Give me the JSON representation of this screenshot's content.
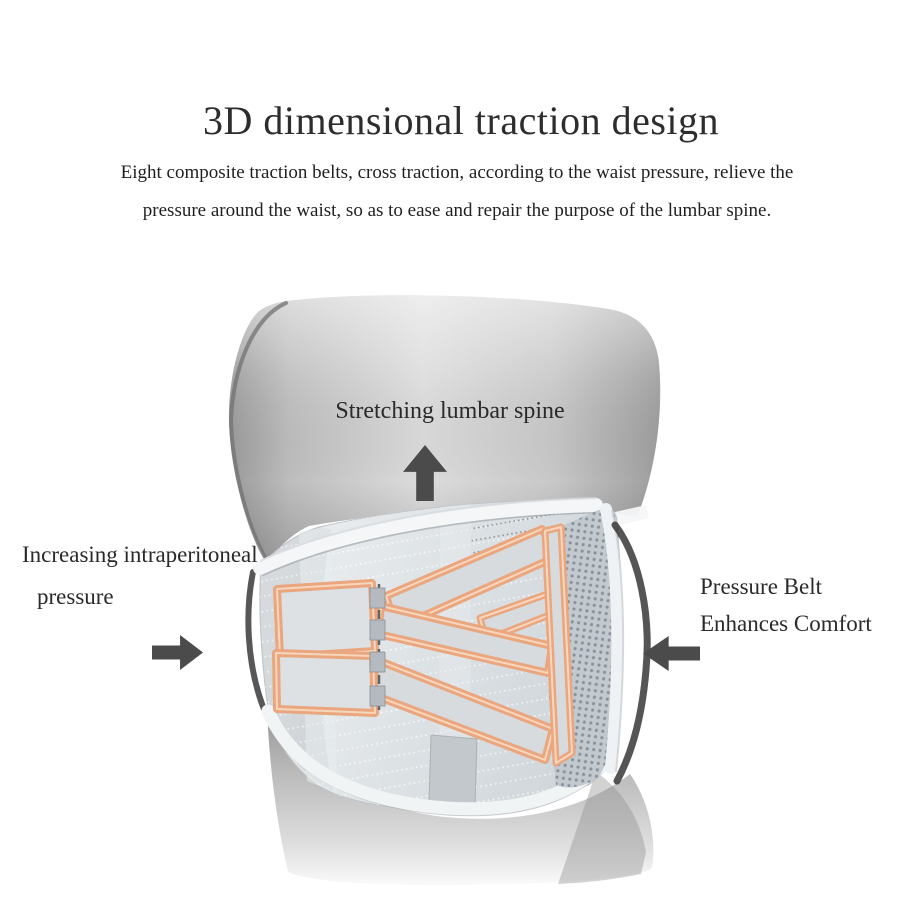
{
  "header": {
    "title": "3D dimensional traction design",
    "description_line1": "Eight composite traction belts, cross traction, according to the waist pressure, relieve the",
    "description_line2": "pressure around the waist, so as to ease and repair the purpose of the lumbar spine."
  },
  "annotations": {
    "top": {
      "label": "Stretching lumbar spine",
      "icon": "arrow-up-icon"
    },
    "left": {
      "label_line1": "Increasing intraperitoneal",
      "label_line2": "pressure",
      "icon": "arrow-right-icon"
    },
    "right": {
      "label_line1": "Pressure Belt",
      "label_line2": "Enhances Comfort",
      "icon": "arrow-left-icon"
    }
  },
  "product": {
    "illustration": "lumbar-traction-support-belt-on-torso",
    "colors": {
      "strap_trim_orange": "#e9a67f",
      "strap_trim_highlight": "#f8d6bc",
      "belt_fabric": "#dde2e6",
      "belt_binding": "#f3f5f6",
      "mesh_panel": "#bfc6cc",
      "torso_gray": "#c9c9c9",
      "contour_line": "#3d3d3d",
      "arrow": "#4b4b4b",
      "text": "#2e2e2e",
      "background": "#ffffff"
    }
  }
}
